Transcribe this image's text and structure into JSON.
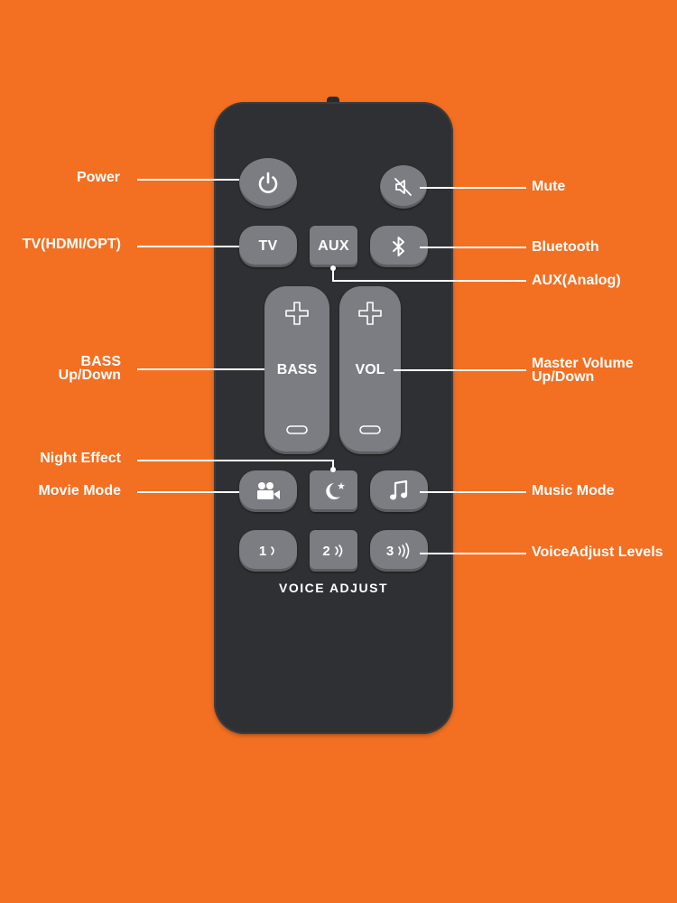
{
  "labels": {
    "power": "Power",
    "mute": "Mute",
    "tv_hdmi_opt": "TV(HDMI/OPT)",
    "bluetooth": "Bluetooth",
    "aux_analog": "AUX(Analog)",
    "bass_line1": "BASS",
    "bass_line2": "Up/Down",
    "master_volume_line1": "Master Volume",
    "master_volume_line2": "Up/Down",
    "night_effect": "Night Effect",
    "movie_mode": "Movie Mode",
    "music_mode": "Music Mode",
    "voiceadjust_levels": "VoiceAdjust Levels"
  },
  "remote": {
    "tv_button": "TV",
    "aux_button": "AUX",
    "bass_rocker": "BASS",
    "vol_rocker": "VOL",
    "voice_1": "1",
    "voice_2": "2",
    "voice_3": "3",
    "voice_adjust_caption": "VOICE ADJUST"
  },
  "icons": {
    "power": "power-icon",
    "mute": "speaker-muted-icon",
    "bluetooth": "bluetooth-icon",
    "movie": "movie-camera-icon",
    "night": "moon-star-icon",
    "music": "music-note-icon",
    "voice_wave": "sound-wave-icon"
  },
  "colors": {
    "background": "#f36f21",
    "remote_body": "#2f3033",
    "button": "#7c7d83",
    "text": "#ffffff"
  }
}
